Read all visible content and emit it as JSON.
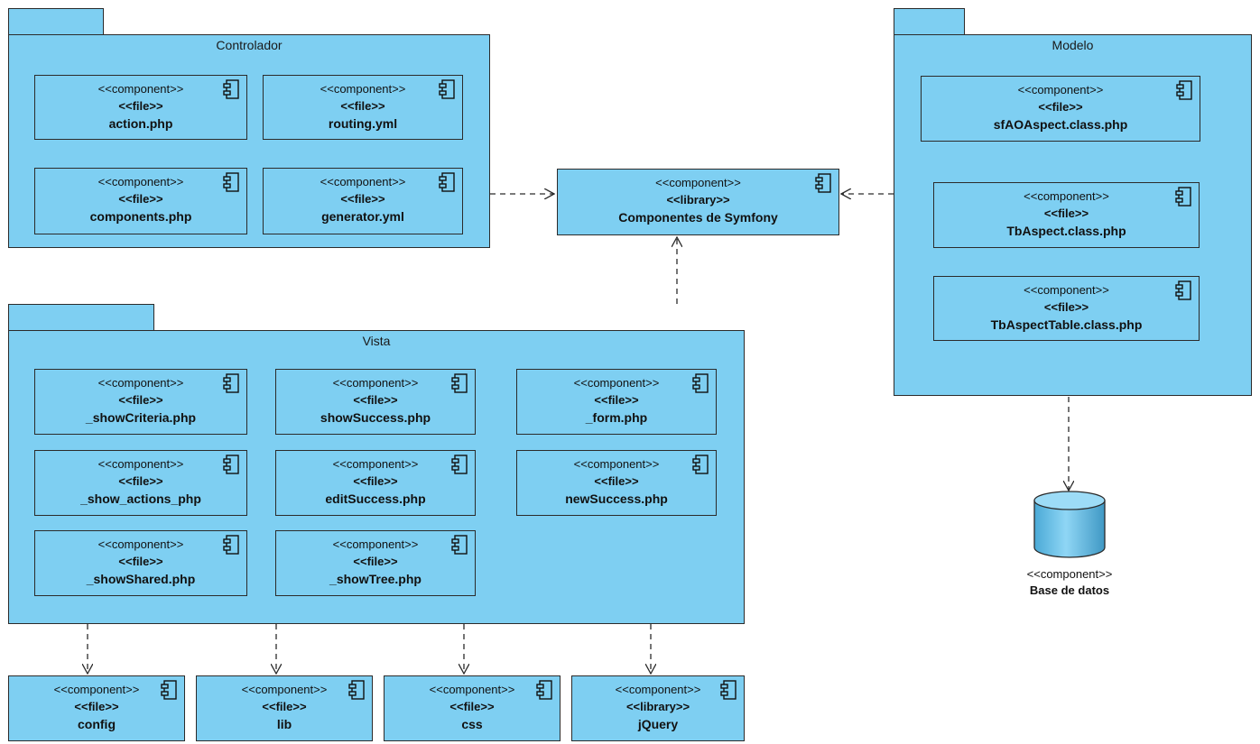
{
  "packages": {
    "controlador": "Controlador",
    "modelo": "Modelo",
    "vista": "Vista"
  },
  "components": {
    "action": {
      "stereotype": "<<component>>",
      "kind": "<<file>>",
      "name": "action.php"
    },
    "routing": {
      "stereotype": "<<component>>",
      "kind": "<<file>>",
      "name": "routing.yml"
    },
    "components_php": {
      "stereotype": "<<component>>",
      "kind": "<<file>>",
      "name": "components.php"
    },
    "generator": {
      "stereotype": "<<component>>",
      "kind": "<<file>>",
      "name": "generator.yml"
    },
    "symfony": {
      "stereotype": "<<component>>",
      "kind": "<<library>>",
      "name": "Componentes de Symfony"
    },
    "sfaoaspect": {
      "stereotype": "<<component>>",
      "kind": "<<file>>",
      "name": "sfAOAspect.class.php"
    },
    "tbaspect": {
      "stereotype": "<<component>>",
      "kind": "<<file>>",
      "name": "TbAspect.class.php"
    },
    "tbaspecttable": {
      "stereotype": "<<component>>",
      "kind": "<<file>>",
      "name": "TbAspectTable.class.php"
    },
    "showcriteria": {
      "stereotype": "<<component>>",
      "kind": "<<file>>",
      "name": "_showCriteria.php"
    },
    "showsuccess": {
      "stereotype": "<<component>>",
      "kind": "<<file>>",
      "name": "showSuccess.php"
    },
    "form": {
      "stereotype": "<<component>>",
      "kind": "<<file>>",
      "name": "_form.php"
    },
    "showactions": {
      "stereotype": "<<component>>",
      "kind": "<<file>>",
      "name": "_show_actions_php"
    },
    "editsuccess": {
      "stereotype": "<<component>>",
      "kind": "<<file>>",
      "name": "editSuccess.php"
    },
    "newsuccess": {
      "stereotype": "<<component>>",
      "kind": "<<file>>",
      "name": "newSuccess.php"
    },
    "showshared": {
      "stereotype": "<<component>>",
      "kind": "<<file>>",
      "name": "_showShared.php"
    },
    "showtree": {
      "stereotype": "<<component>>",
      "kind": "<<file>>",
      "name": "_showTree.php"
    },
    "config": {
      "stereotype": "<<component>>",
      "kind": "<<file>>",
      "name": "config"
    },
    "lib": {
      "stereotype": "<<component>>",
      "kind": "<<file>>",
      "name": "lib"
    },
    "css": {
      "stereotype": "<<component>>",
      "kind": "<<file>>",
      "name": "css"
    },
    "jquery": {
      "stereotype": "<<component>>",
      "kind": "<<library>>",
      "name": "jQuery"
    }
  },
  "database": {
    "stereotype": "<<component>>",
    "name": "Base de datos"
  },
  "colors": {
    "fill": "#7ecff2",
    "stroke": "#2b2b2b"
  }
}
